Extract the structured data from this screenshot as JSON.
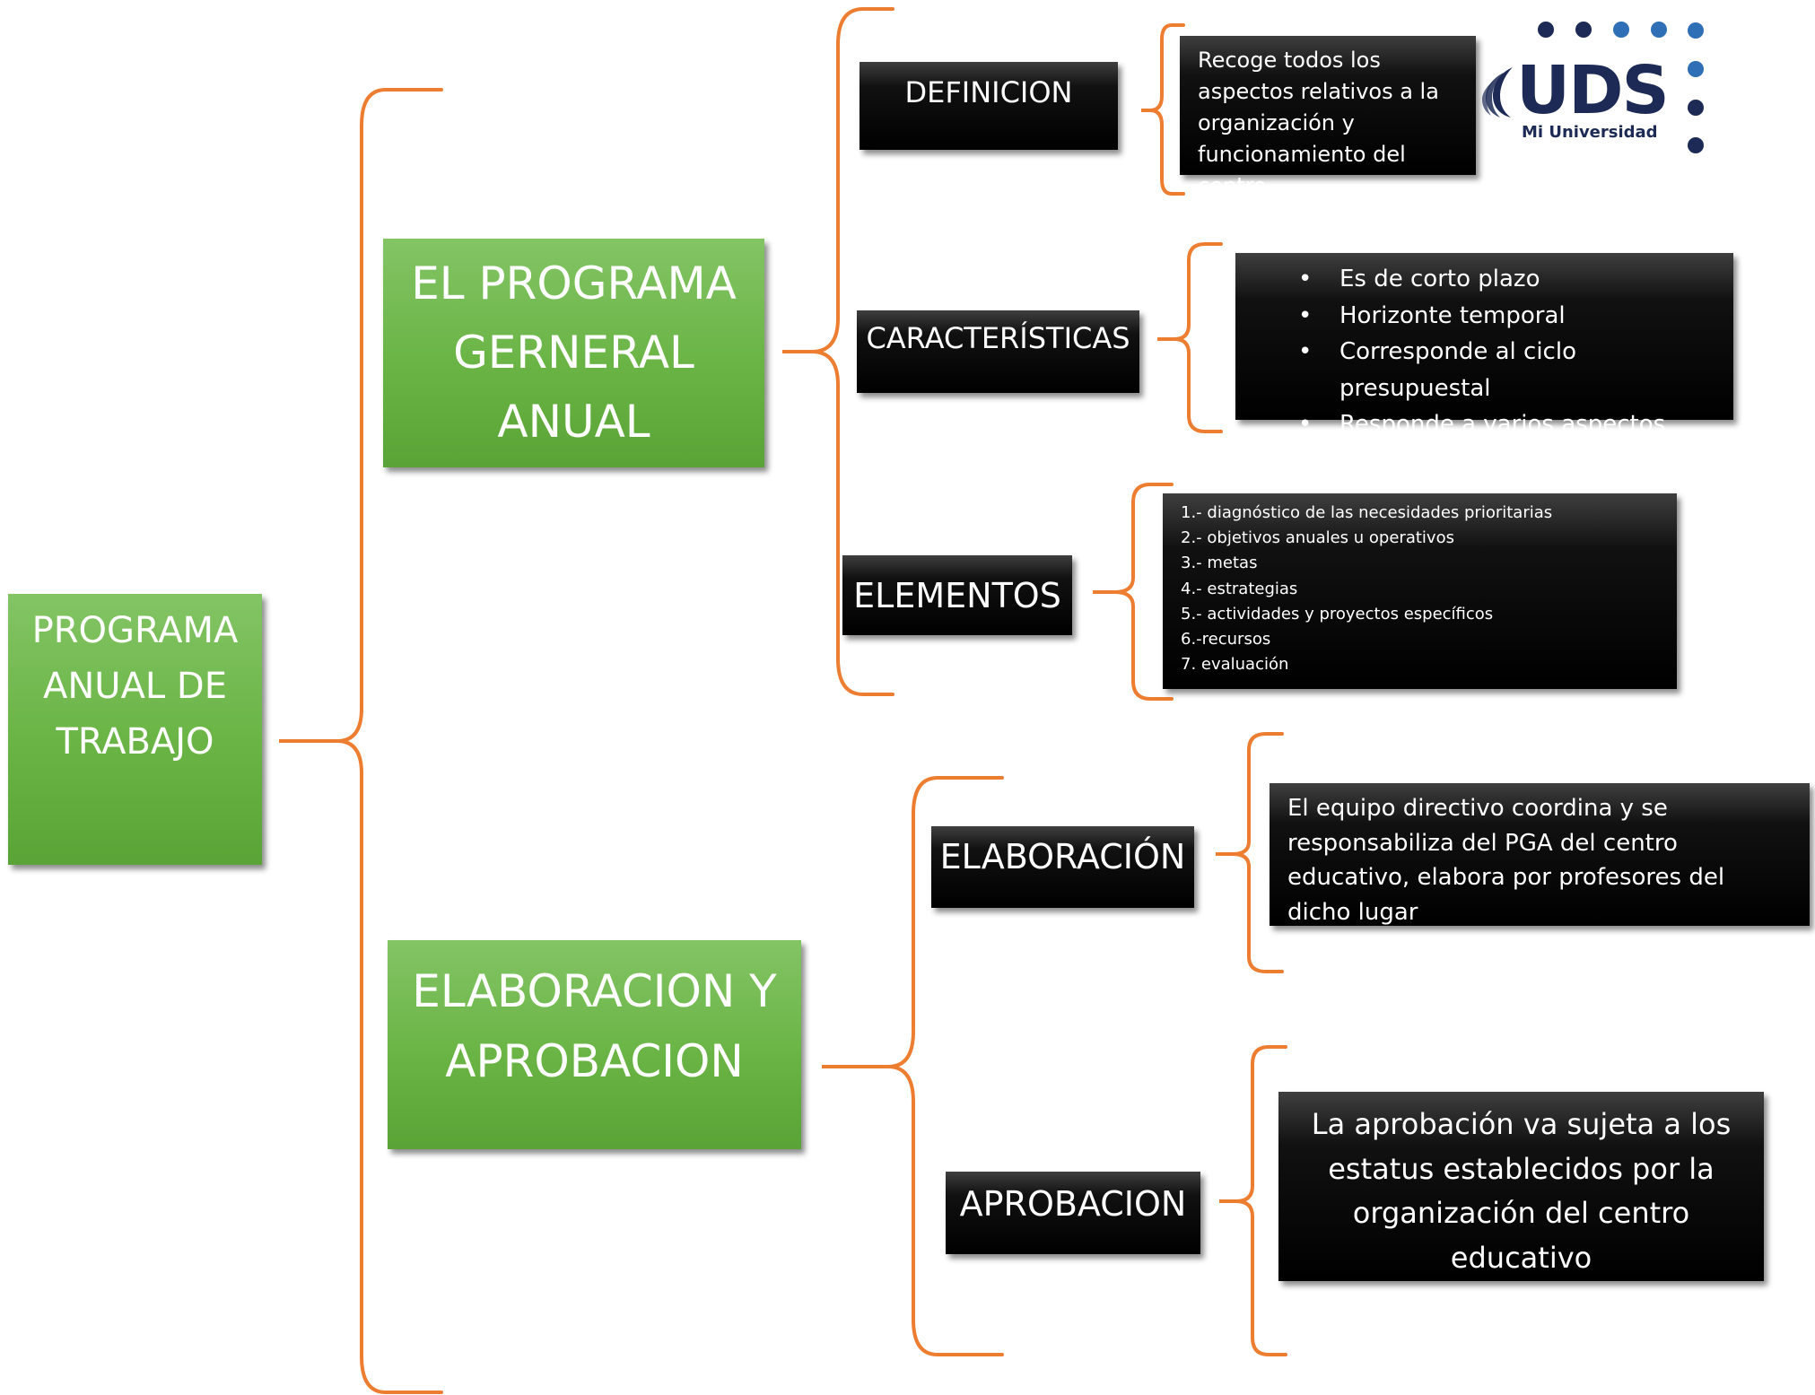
{
  "root": {
    "lines": [
      "PROGRAMA",
      "ANUAL DE",
      "TRABAJO"
    ]
  },
  "branch_pga": {
    "lines": [
      "EL PROGRAMA",
      "GERNERAL",
      "ANUAL"
    ]
  },
  "branch_elab": {
    "lines": [
      "ELABORACION Y",
      "APROBACION"
    ]
  },
  "definicion": {
    "label": "DEFINICION",
    "text": "Recoge todos los aspectos relativos a la organización y funcionamiento del centro"
  },
  "caracteristicas": {
    "label": "CARACTERÍSTICAS",
    "items": [
      "Es de corto plazo",
      "Horizonte temporal",
      "Corresponde al ciclo presupuestal",
      "Responde a varios aspectos"
    ]
  },
  "elementos": {
    "label": "ELEMENTOS",
    "items": [
      "1.- diagnóstico de las necesidades prioritarias",
      "2.- objetivos anuales u operativos",
      "3.- metas",
      "4.- estrategias",
      "5.- actividades y proyectos específicos",
      "6.-recursos",
      "7. evaluación"
    ]
  },
  "elaboracion": {
    "label": "ELABORACIÓN",
    "text": "El equipo directivo coordina y se responsabiliza del PGA del centro educativo, elabora por profesores del dicho lugar"
  },
  "aprobacion": {
    "label": "APROBACION",
    "text": "La aprobación va sujeta a los estatus establecidos por la organización del centro educativo"
  },
  "logo": {
    "mark": "UDS",
    "tagline": "Mi Universidad"
  },
  "colors": {
    "green": "#6ab445",
    "bracket": "#ed7d31",
    "box": "#000000",
    "logo_navy": "#1c2a55",
    "logo_blue": "#2f6fb5"
  }
}
